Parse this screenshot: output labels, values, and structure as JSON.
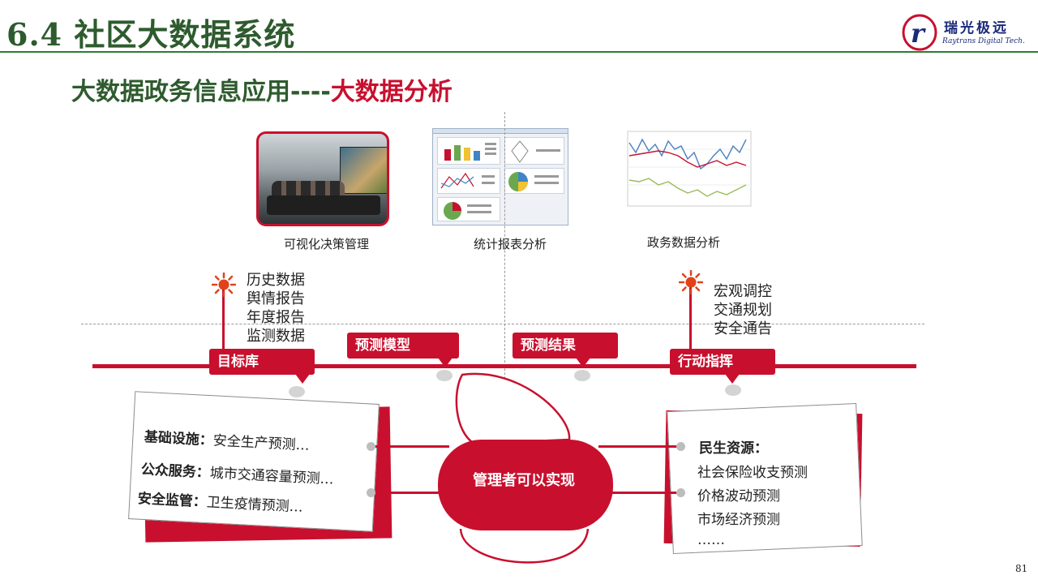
{
  "header": {
    "title": "6.4  社区大数据系统",
    "logo": {
      "cn": "瑞光极远",
      "en": "Raytrans Digital Tech.",
      "letter": "r"
    }
  },
  "subtitle": {
    "main": "大数据政务信息应用",
    "sep": "----",
    "accent": "大数据分析"
  },
  "images": {
    "photo_caption": "可视化决策管理",
    "report_caption": "统计报表分析",
    "line_caption": "政务数据分析"
  },
  "notes_left": [
    "历史数据",
    "舆情报告",
    "年度报告",
    "监测数据"
  ],
  "notes_right": [
    "宏观调控",
    "交通规划",
    "安全通告"
  ],
  "tags": [
    "目标库",
    "预测模型",
    "预测结果",
    "行动指挥"
  ],
  "left_card": {
    "rows": [
      {
        "label": "基础设施：",
        "value": "安全生产预测…"
      },
      {
        "label": "公众服务：",
        "value": "城市交通容量预测…"
      },
      {
        "label": "安全监管：",
        "value": "卫生疫情预测…"
      }
    ]
  },
  "center_label": "管理者可以实现",
  "right_card": {
    "heading": "民生资源：",
    "items": [
      "社会保险收支预测",
      "价格波动预测",
      "市场经济预测",
      "……"
    ]
  },
  "colors": {
    "accent": "#c8102e",
    "title_green": "#2e5b2e",
    "logo_blue": "#1b2a7a"
  },
  "page_number": "81"
}
